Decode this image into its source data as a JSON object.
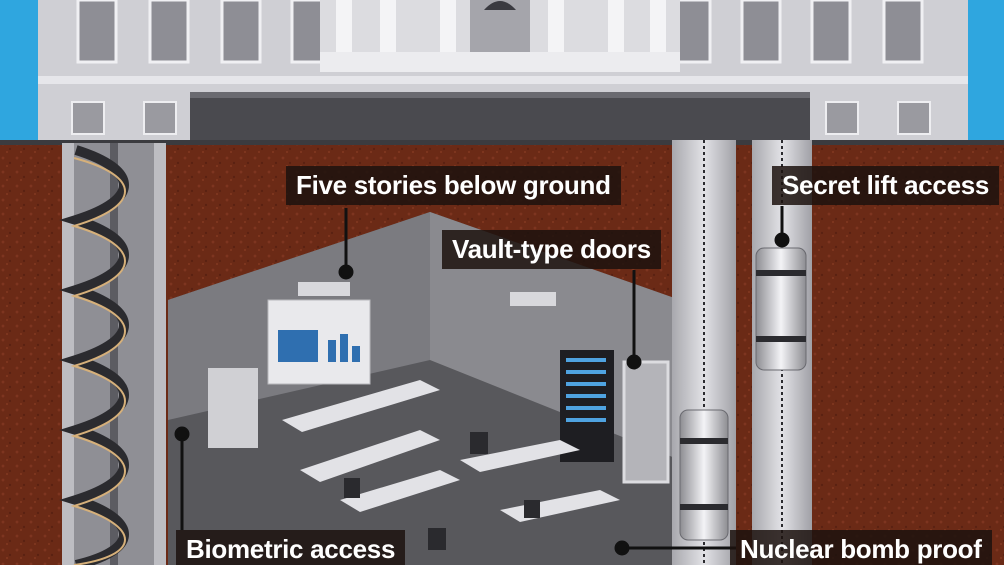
{
  "labels": {
    "five_stories": "Five stories below ground",
    "vault_doors": "Vault-type doors",
    "secret_lift": "Secret lift access",
    "biometric": "Biometric access",
    "nuclear": "Nuclear bomb proof"
  },
  "colors": {
    "sky": "#2fa6df",
    "earth": "#6b2a16",
    "building": "#cfcfd4",
    "room_floor": "#5a5a5e",
    "shaft": "#c9c9cd"
  }
}
